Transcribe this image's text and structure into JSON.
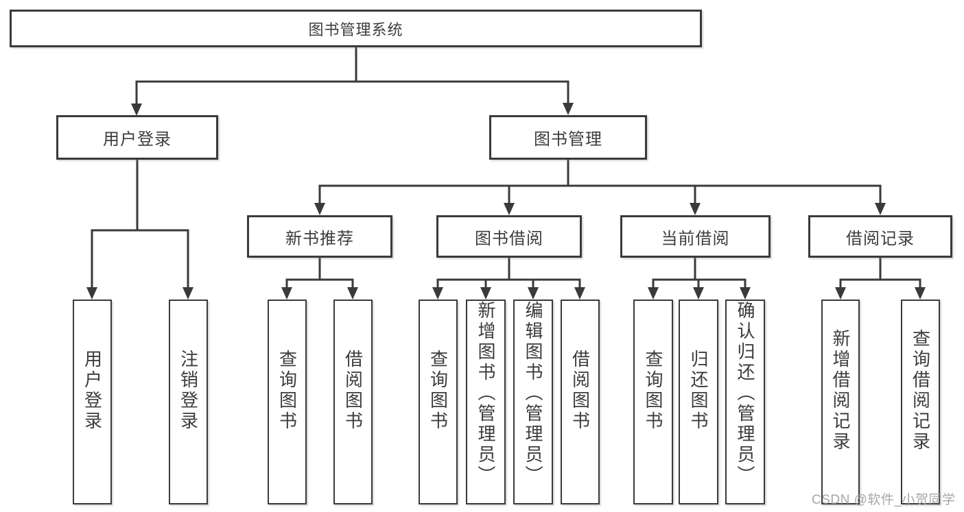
{
  "nodes": {
    "root": "图书管理系统",
    "l2": [
      "用户登录",
      "图书管理"
    ],
    "l3": [
      "新书推荐",
      "图书借阅",
      "当前借阅",
      "借阅记录"
    ],
    "leaves": [
      "用户登录",
      "注销登录",
      "查询图书",
      "借阅图书",
      "查询图书",
      "新增图书（管理员）",
      "编辑图书（管理员）",
      "借阅图书",
      "查询图书",
      "归还图书",
      "确认归还（管理员）",
      "新增借阅记录",
      "查询借阅记录"
    ]
  },
  "watermark": "CSDN @软件_小贺同学",
  "colors": {
    "line": "#3a3a3a",
    "box_border": "#3a3a3a",
    "text": "#3c3c3c",
    "watermark": "#9e9e9e",
    "background": "#ffffff"
  }
}
